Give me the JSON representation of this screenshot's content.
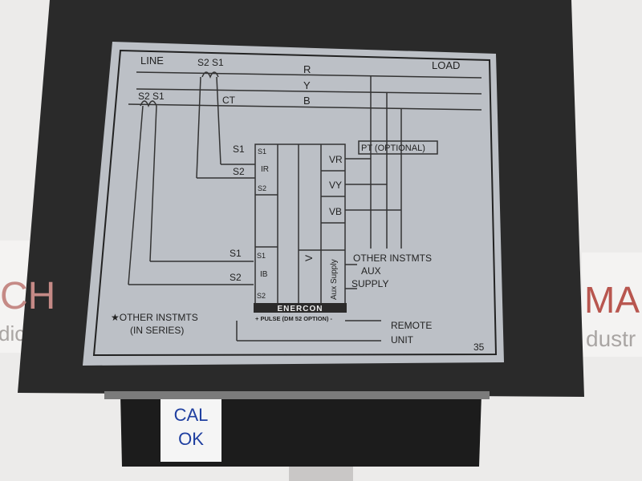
{
  "background": {
    "left_sign_text": "CH",
    "left_sign_sub": "dic",
    "right_sign_text": "MAR",
    "right_sign_sub": "dustr",
    "sign_color": "#b8564f"
  },
  "device_color": "#2a2a2a",
  "label": {
    "line": "LINE",
    "load": "LOAD",
    "phase_r": "R",
    "phase_y": "Y",
    "phase_b": "B",
    "ct": "CT",
    "ct_top": "S2 S1",
    "ct_left": "S2 S1",
    "pt": "PT (OPTIONAL)",
    "s1": "S1",
    "s2": "S2",
    "ir": "IR",
    "ib": "IB",
    "vr": "VR",
    "vy": "VY",
    "vb": "VB",
    "v": "V",
    "aux_supply_vertical": "Aux Supply",
    "brand": "ENERCON",
    "pulse": "+ PULSE (DM 52 OPTION) -",
    "other_instmts": "OTHER INSTMTS",
    "aux": "AUX",
    "supply": "SUPPLY",
    "other_series_1": "★OTHER INSTMTS",
    "other_series_2": "(IN SERIES)",
    "remote": "REMOTE",
    "unit": "UNIT",
    "number": "35"
  },
  "sticker": {
    "line1": "CAL",
    "line2": "OK",
    "text_color": "#1f3fa0"
  }
}
